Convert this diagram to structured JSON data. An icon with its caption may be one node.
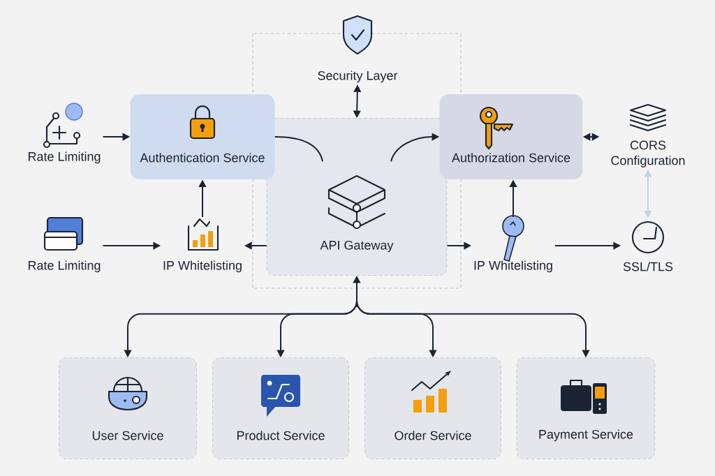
{
  "diagram": {
    "nodes": [
      {
        "text": [
          "Security Layer"
        ]
      },
      {
        "text": [
          "Rate Limiting"
        ]
      },
      {
        "text": [
          "Authentication Service"
        ]
      },
      {
        "text": [
          "API Gateway"
        ]
      },
      {
        "text": [
          "Authorization Service"
        ]
      },
      {
        "text": [
          "CORS Configuration"
        ]
      },
      {
        "text": [
          "Rate Limiting"
        ]
      },
      {
        "text": [
          "IP Whitelisting"
        ]
      },
      {
        "text": [
          "IP Whitelisting"
        ]
      },
      {
        "text": [
          "SSL/TLS"
        ]
      },
      {
        "text": [
          "User Service"
        ]
      },
      {
        "text": [
          "Product Service"
        ]
      },
      {
        "text": [
          "Order Service"
        ]
      },
      {
        "text": [
          "Payment Service"
        ]
      }
    ],
    "edges": [
      {
        "from": 1,
        "to": 2,
        "arrow": "to"
      },
      {
        "from": 0,
        "to": 3,
        "arrow": "both"
      },
      {
        "from": 2,
        "to": 3,
        "arrow": "none"
      },
      {
        "from": 3,
        "to": 4,
        "arrow": "to"
      },
      {
        "from": 4,
        "to": 5,
        "arrow": "both"
      },
      {
        "from": 5,
        "to": 9,
        "arrow": "both",
        "color": "#c3d2e4"
      },
      {
        "from": 6,
        "to": 7,
        "arrow": "to"
      },
      {
        "from": 3,
        "to": 7,
        "arrow": "to"
      },
      {
        "from": 7,
        "to": 2,
        "arrow": "to"
      },
      {
        "from": 3,
        "to": 8,
        "arrow": "to"
      },
      {
        "from": 8,
        "to": 4,
        "arrow": "to"
      },
      {
        "from": 8,
        "to": 9,
        "arrow": "to"
      },
      {
        "from": 3,
        "to": 10,
        "arrow": "both"
      },
      {
        "from": 3,
        "to": 11,
        "arrow": "both"
      },
      {
        "from": 3,
        "to": 12,
        "arrow": "both"
      },
      {
        "from": 3,
        "to": 13,
        "arrow": "both"
      }
    ]
  }
}
